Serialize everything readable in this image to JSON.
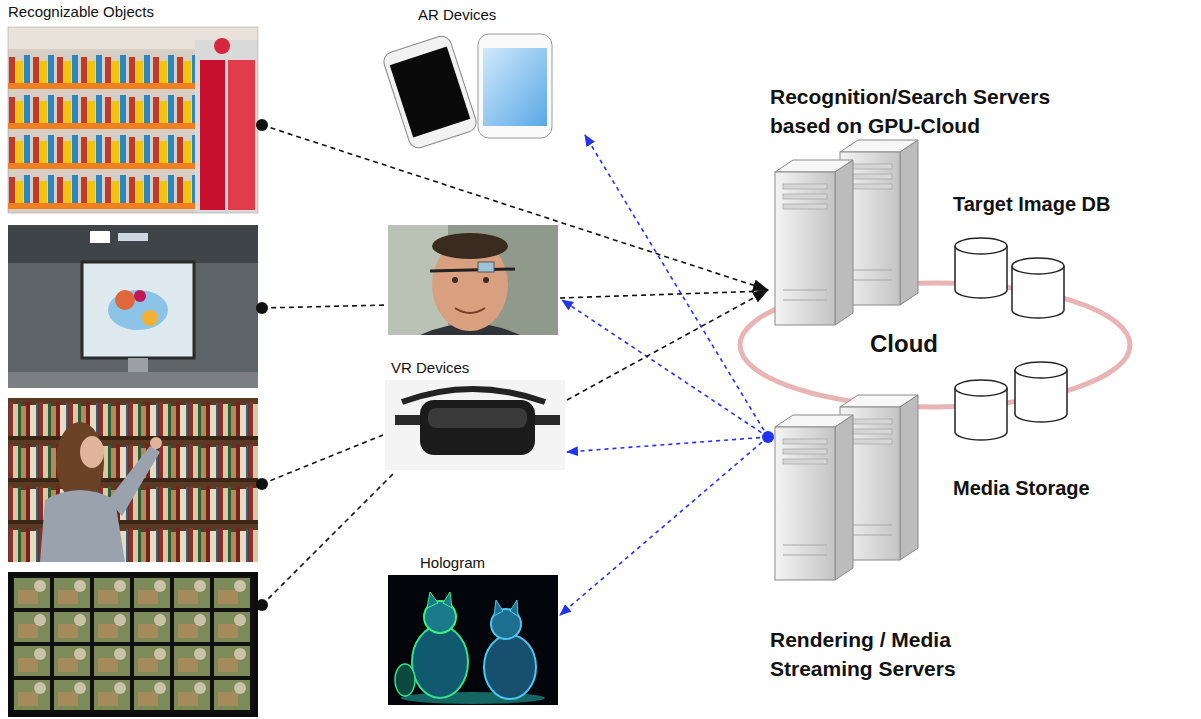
{
  "diagram": {
    "nodes": [
      {
        "text": [
          "Recognizable Objects"
        ]
      },
      {
        "text": [
          "AR Devices"
        ]
      },
      {
        "text": [
          "VR Devices"
        ]
      },
      {
        "text": [
          "Hologram"
        ]
      },
      {
        "text": [
          "Recognition/Search Servers based on GPU-Cloud"
        ]
      },
      {
        "text": [
          "Cloud"
        ]
      },
      {
        "text": [
          "Target Image DB"
        ]
      },
      {
        "text": [
          "Media Storage"
        ]
      },
      {
        "text": [
          "Rendering / Media Streaming Servers"
        ]
      }
    ],
    "edges": [
      {
        "from": 0,
        "to": 4,
        "arrow": "to"
      },
      {
        "from": 0,
        "to": 2,
        "arrow": "none"
      },
      {
        "from": 0,
        "to": 2,
        "arrow": "none"
      },
      {
        "from": 2,
        "to": 4,
        "arrow": "to"
      },
      {
        "from": 8,
        "to": 1,
        "arrow": "to"
      },
      {
        "from": 8,
        "to": 2,
        "arrow": "to"
      },
      {
        "from": 8,
        "to": 3,
        "arrow": "to"
      }
    ]
  }
}
